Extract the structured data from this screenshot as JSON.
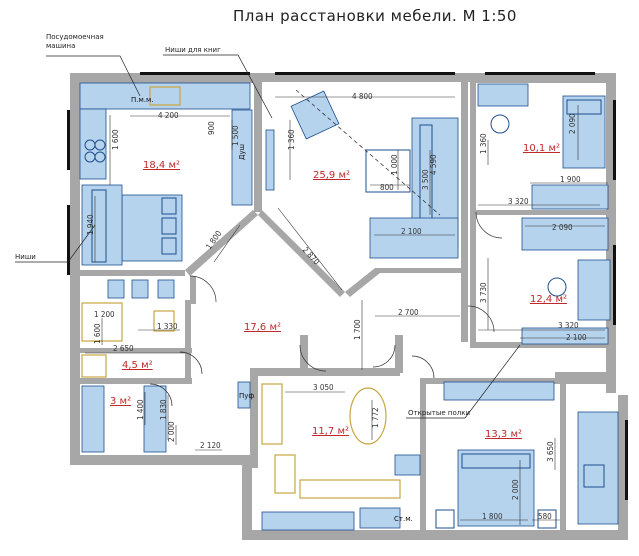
{
  "title": "План расстановки мебели. М 1:50",
  "callouts": {
    "dishwasher": "Посудомоечная машина",
    "book_niche": "Ниши для книг",
    "niches": "Ниши",
    "open_shelves": "Открытые полки"
  },
  "rooms": {
    "kitchen": "18,4 м²",
    "living": "25,9 м²",
    "bedroom_small": "10,1 м²",
    "hall": "17,6 м²",
    "bedroom_mid": "12,4 м²",
    "bath_small": "4,5 м²",
    "wc": "3 м²",
    "bathroom": "11,7 м²",
    "bedroom_large": "13,3 м²"
  },
  "labels": {
    "pmm": "П.м.м.",
    "dsh": "Душ",
    "puf": "Пуф",
    "stm": "Ст.м."
  },
  "dims": {
    "d4200": "4 200",
    "d900": "900",
    "d1600": "1 600",
    "d1500": "1 500",
    "d4800": "4 800",
    "d1360": "1 360",
    "d800": "800",
    "d1000": "1 000",
    "d3500": "3 500",
    "d4590": "4 590",
    "d2100a": "2 100",
    "d2870": "2 870",
    "d1800a": "1 800",
    "d1900": "1 900",
    "d3320a": "3 320",
    "d2090a": "2 090",
    "d1360b": "1 360",
    "d2090b": "2 090",
    "d3730": "3 730",
    "d3320b": "3 320",
    "d2100b": "2 100",
    "d2700": "2 700",
    "d1700": "1 700",
    "d1940": "1 940",
    "d1200": "1 200",
    "d1330": "1 330",
    "d1600b": "1 600",
    "d2650": "2 650",
    "d1400": "1 400",
    "d1830": "1 830",
    "d2000": "2 000",
    "d2120": "2 120",
    "d3050": "3 050",
    "d1772": "1 772",
    "d3650": "3 650",
    "d2000b": "2 000",
    "d1800b": "1 800",
    "d580": "580"
  }
}
